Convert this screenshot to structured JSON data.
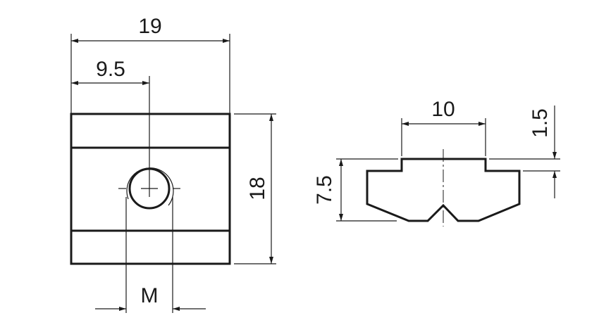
{
  "drawing": {
    "dimensions": {
      "overall_width": "19",
      "half_width": "9.5",
      "height": "18",
      "thread": "M",
      "slot_width": "10",
      "profile_height": "7.5",
      "step_height": "1.5"
    }
  },
  "colors": {
    "line": "#1a1a1a",
    "background": "#ffffff"
  }
}
